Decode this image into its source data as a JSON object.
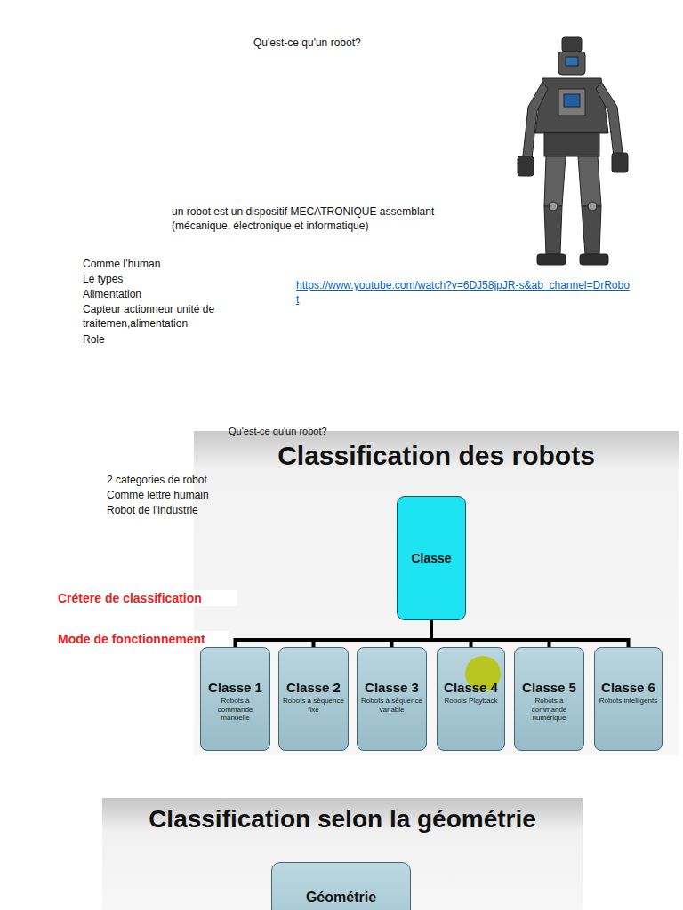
{
  "diagram": {
    "nodes": [
      {
        "text": [
          "Classe"
        ]
      },
      {
        "text": [
          "Classe 1",
          "Robots à commande manuelle"
        ]
      },
      {
        "text": [
          "Classe 2",
          "Robots à séquence fixe"
        ]
      },
      {
        "text": [
          "Classe 3",
          "Robots à séquence variable"
        ]
      },
      {
        "text": [
          "Classe 4",
          "Robots Playback"
        ]
      },
      {
        "text": [
          "Classe 5",
          "Robots à commande numérique"
        ]
      },
      {
        "text": [
          "Classe 6",
          "Robots intelligents"
        ]
      },
      {
        "text": [
          "Géométrie"
        ]
      }
    ],
    "edges": [
      {
        "from": 0,
        "to": 1,
        "arrow": "none"
      },
      {
        "from": 0,
        "to": 2,
        "arrow": "none"
      },
      {
        "from": 0,
        "to": 3,
        "arrow": "none"
      },
      {
        "from": 0,
        "to": 4,
        "arrow": "none"
      },
      {
        "from": 0,
        "to": 5,
        "arrow": "none"
      },
      {
        "from": 0,
        "to": 6,
        "arrow": "none"
      }
    ],
    "labels": [
      "Qu'est-ce qu'un robot?",
      "un robot est un dispositif MECATRONIQUE assemblant (mécanique, électronique et informatique)",
      "Comme l’human",
      "Le types",
      "Alimentation",
      "Capteur actionneur unité de traitemen,alimentation",
      "Role",
      "https://www.youtube.com/watch?v=6DJ58jpJR-s&ab_channel=DrRobot",
      "Qu'est-ce qu'un robot?",
      "Classification des robots",
      "2 categories de robot",
      "Comme lettre humain",
      "Robot de l’industrie",
      "Crétere de classification",
      "Mode de fonctionnement",
      "Classification selon la géométrie"
    ]
  }
}
